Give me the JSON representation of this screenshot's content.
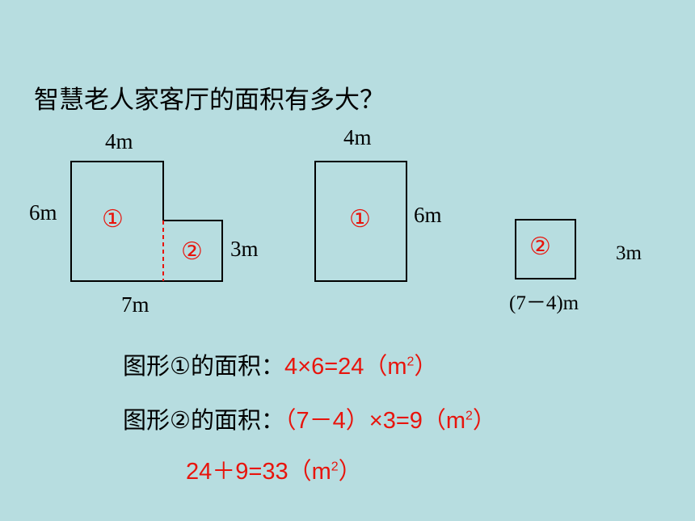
{
  "title": "智慧老人家客厅的面积有多大？",
  "figure_combined": {
    "top_label": "4m",
    "left_label": "6m",
    "right_label": "3m",
    "bottom_label": "7m",
    "part1_marker": "①",
    "part2_marker": "②"
  },
  "figure_rect1": {
    "top_label": "4m",
    "right_label": "6m",
    "marker": "①"
  },
  "figure_rect2": {
    "marker": "②",
    "right_label": "3m",
    "bottom_label": "(7－4)m"
  },
  "formulas": {
    "area1_label": "图形①的面积：",
    "area1_expr": "4×6=24（m",
    "area1_close": "）",
    "area2_label": "图形②的面积：",
    "area2_expr": "（7－4）×3=9（m",
    "area2_close": "）",
    "total_expr": "24＋9=33（m",
    "total_close": "）",
    "sup": "2"
  },
  "colors": {
    "background": "#b7dde0",
    "highlight": "#e8140c"
  }
}
